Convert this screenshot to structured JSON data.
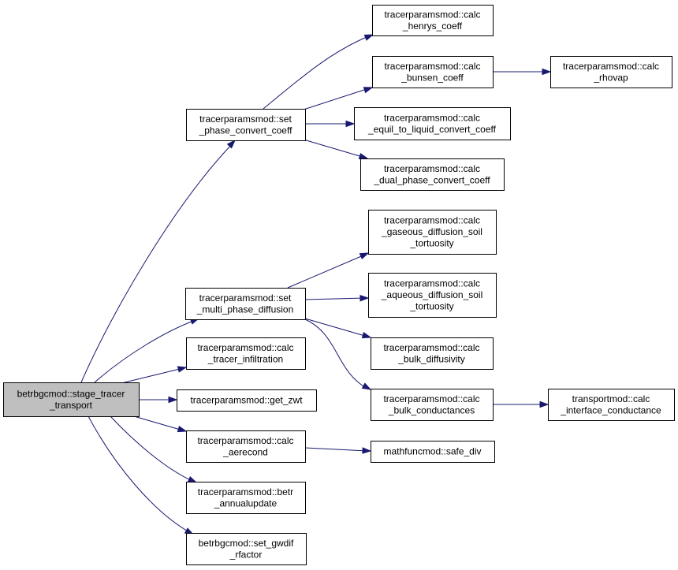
{
  "colors": {
    "edge": "#191970",
    "root_fill": "#bfbfbf",
    "node_fill": "#ffffff",
    "border": "#000000"
  },
  "nodes": {
    "stage_tracer_transport": {
      "lines": [
        "betrbgcmod::stage_tracer",
        "_transport"
      ]
    },
    "set_phase_convert_coeff": {
      "lines": [
        "tracerparamsmod::set",
        "_phase_convert_coeff"
      ]
    },
    "calc_henrys_coeff": {
      "lines": [
        "tracerparamsmod::calc",
        "_henrys_coeff"
      ]
    },
    "calc_bunsen_coeff": {
      "lines": [
        "tracerparamsmod::calc",
        "_bunsen_coeff"
      ]
    },
    "calc_rhovap": {
      "lines": [
        "tracerparamsmod::calc",
        "_rhovap"
      ]
    },
    "calc_equil_to_liquid_convert_coeff": {
      "lines": [
        "tracerparamsmod::calc",
        "_equil_to_liquid_convert_coeff"
      ]
    },
    "calc_dual_phase_convert_coeff": {
      "lines": [
        "tracerparamsmod::calc",
        "_dual_phase_convert_coeff"
      ]
    },
    "set_multi_phase_diffusion": {
      "lines": [
        "tracerparamsmod::set",
        "_multi_phase_diffusion"
      ]
    },
    "calc_gaseous_diffusion_soil_tortuosity": {
      "lines": [
        "tracerparamsmod::calc",
        "_gaseous_diffusion_soil",
        "_tortuosity"
      ]
    },
    "calc_aqueous_diffusion_soil_tortuosity": {
      "lines": [
        "tracerparamsmod::calc",
        "_aqueous_diffusion_soil",
        "_tortuosity"
      ]
    },
    "calc_bulk_diffusivity": {
      "lines": [
        "tracerparamsmod::calc",
        "_bulk_diffusivity"
      ]
    },
    "calc_bulk_conductances": {
      "lines": [
        "tracerparamsmod::calc",
        "_bulk_conductances"
      ]
    },
    "calc_interface_conductance": {
      "lines": [
        "transportmod::calc",
        "_interface_conductance"
      ]
    },
    "calc_tracer_infiltration": {
      "lines": [
        "tracerparamsmod::calc",
        "_tracer_infiltration"
      ]
    },
    "get_zwt": {
      "lines": [
        "tracerparamsmod::get_zwt"
      ]
    },
    "calc_aerecond": {
      "lines": [
        "tracerparamsmod::calc",
        "_aerecond"
      ]
    },
    "safe_div": {
      "lines": [
        "mathfuncmod::safe_div"
      ]
    },
    "betr_annualupdate": {
      "lines": [
        "tracerparamsmod::betr",
        "_annualupdate"
      ]
    },
    "set_gwdif_rfactor": {
      "lines": [
        "betrbgcmod::set_gwdif",
        "_rfactor"
      ]
    }
  },
  "edges": [
    [
      "stage_tracer_transport",
      "set_phase_convert_coeff"
    ],
    [
      "stage_tracer_transport",
      "set_multi_phase_diffusion"
    ],
    [
      "stage_tracer_transport",
      "calc_tracer_infiltration"
    ],
    [
      "stage_tracer_transport",
      "get_zwt"
    ],
    [
      "stage_tracer_transport",
      "calc_aerecond"
    ],
    [
      "stage_tracer_transport",
      "betr_annualupdate"
    ],
    [
      "stage_tracer_transport",
      "set_gwdif_rfactor"
    ],
    [
      "set_phase_convert_coeff",
      "calc_henrys_coeff"
    ],
    [
      "set_phase_convert_coeff",
      "calc_bunsen_coeff"
    ],
    [
      "set_phase_convert_coeff",
      "calc_equil_to_liquid_convert_coeff"
    ],
    [
      "set_phase_convert_coeff",
      "calc_dual_phase_convert_coeff"
    ],
    [
      "calc_bunsen_coeff",
      "calc_rhovap"
    ],
    [
      "set_multi_phase_diffusion",
      "calc_gaseous_diffusion_soil_tortuosity"
    ],
    [
      "set_multi_phase_diffusion",
      "calc_aqueous_diffusion_soil_tortuosity"
    ],
    [
      "set_multi_phase_diffusion",
      "calc_bulk_diffusivity"
    ],
    [
      "set_multi_phase_diffusion",
      "calc_bulk_conductances"
    ],
    [
      "calc_bulk_conductances",
      "calc_interface_conductance"
    ],
    [
      "calc_aerecond",
      "safe_div"
    ]
  ]
}
